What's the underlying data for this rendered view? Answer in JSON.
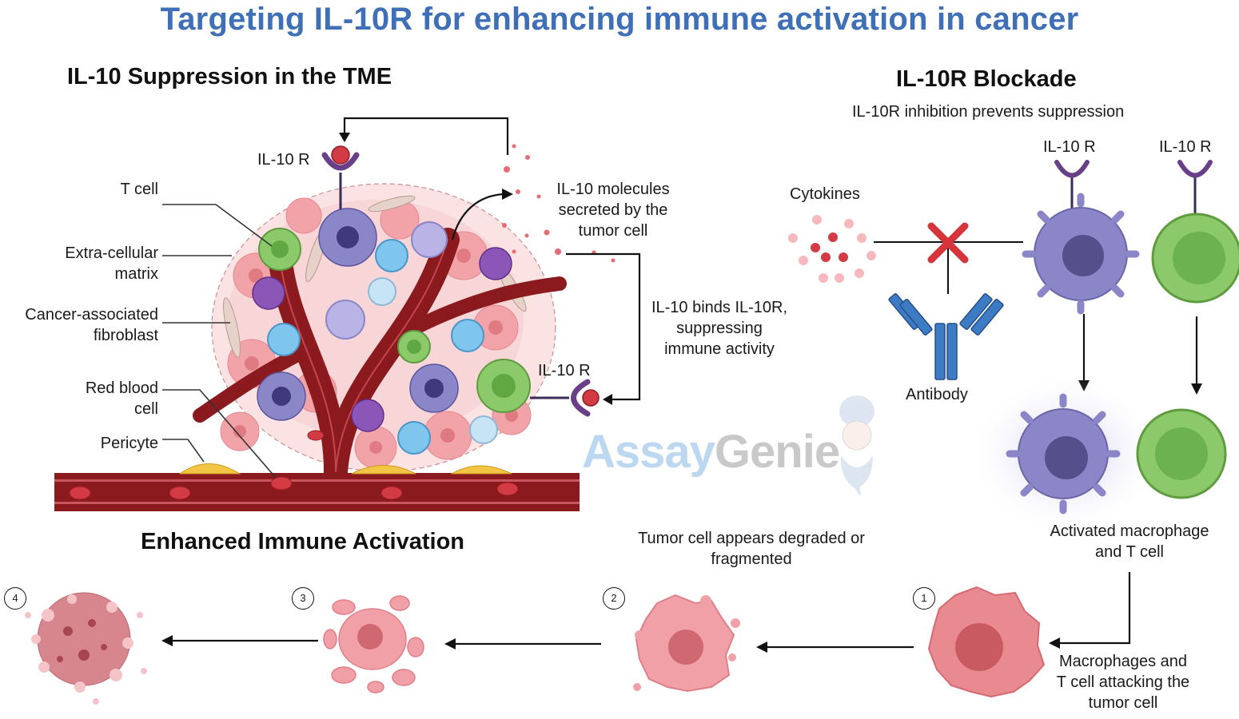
{
  "title": "Targeting IL-10R for enhancing immune activation in cancer",
  "left_panel": {
    "heading": "IL-10 Suppression in the TME",
    "labels": {
      "t_cell": "T cell",
      "ecm": "Extra-cellular\nmatrix",
      "caf": "Cancer-associated\nfibroblast",
      "rbc": "Red blood\ncell",
      "pericyte": "Pericyte",
      "il10r_top": "IL-10 R",
      "il10r_right": "IL-10 R",
      "il10_secreted": "IL-10 molecules\nsecreted by the\ntumor cell",
      "il10_binds": "IL-10 binds IL-10R,\nsuppressing\nimmune activity"
    }
  },
  "right_panel": {
    "heading": "IL-10R Blockade",
    "subheading": "IL-10R inhibition prevents suppression",
    "labels": {
      "cytokines": "Cytokines",
      "antibody": "Antibody",
      "il10r_a": "IL-10 R",
      "il10r_b": "IL-10 R",
      "activated": "Activated macrophage\nand T cell",
      "attacking": "Macrophages and\nT cell attacking the\ntumor cell"
    }
  },
  "bottom_panel": {
    "heading": "Enhanced Immune Activation",
    "degraded_note": "Tumor cell  appears degraded or\nfragmented",
    "steps": [
      "1",
      "2",
      "3",
      "4"
    ]
  },
  "watermark": {
    "part1": "Assay",
    "part2": "Genie"
  },
  "colors": {
    "title_blue": "#3f6fb6",
    "vessel": "#8b1a1f",
    "macrophage": "#8a86c8",
    "tcell": "#8cc96a",
    "tumor": "#e88a90",
    "receptor": "#6a3f8a",
    "il10": "#d23a44",
    "antibody": "#3d7bc4",
    "block_x": "#d6343b"
  }
}
